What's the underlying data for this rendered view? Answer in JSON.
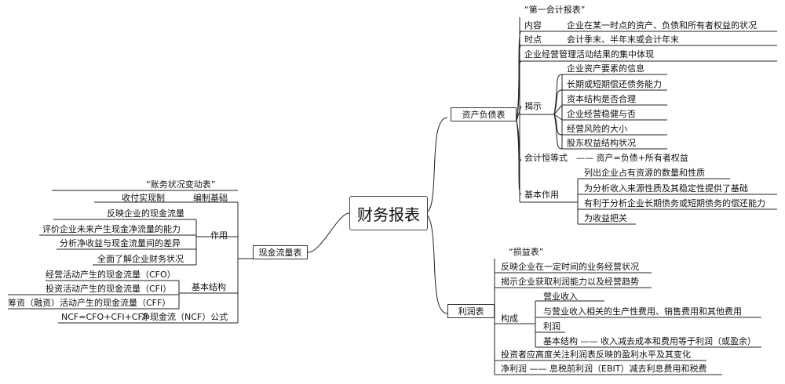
{
  "center": "财务报表",
  "balance": {
    "label": "资产负债表",
    "nickname": "“第一会计报表”",
    "content_label": "内容",
    "content_text": "企业在某一时点的资产、负债和所有者权益的状况",
    "time_label": "时点",
    "time_text": "会计季末、半年末或会计年末",
    "summary": "企业经营管理活动结果的集中体现",
    "reveal_label": "揭示",
    "reveal_items": [
      "企业资产要素的信息",
      "长期或短期偿还债务能力",
      "资本结构是否合理",
      "企业经营稳健与否",
      "经营风险的大小",
      "股东权益结构状况"
    ],
    "equation_label": "会计恒等式",
    "equation_text": "—— 资产=负债+所有者权益",
    "role_label": "基本作用",
    "role_items": [
      "列出企业占有资源的数量和性质",
      "为分析收入来源性质及其稳定性提供了基础",
      "有利于分析企业长期债务或短期债务的偿还能力",
      "为收益把关"
    ]
  },
  "income": {
    "label": "利润表",
    "nickname": "“损益表”",
    "items": [
      "反映企业在一定时间的业务经营状况",
      "揭示企业获取利润能力以及经营趋势"
    ],
    "comp_label": "构成",
    "comp_items": [
      "营业收入",
      "与营业收入相关的生产性费用、销售费用和其他费用",
      "利润",
      "基本结构 —— 收入减去成本和费用等于利润（或盈余）"
    ],
    "investor": "投资者应高度关注利润表反映的盈利水平及其变化",
    "net_profit": "净利润 —— 息税前利润（EBIT）减去利息费用和税费"
  },
  "cashflow": {
    "label": "现金流量表",
    "nickname": "“账务状况变动表”",
    "basis_label": "编制基础",
    "basis_text": "收付实现制",
    "role_label": "作用",
    "role_items": [
      "反映企业的现金流量",
      "评价企业未来产生现金净流量的能力",
      "分析净收益与现金流量间的差异",
      "全面了解企业财务状况"
    ],
    "struct_label": "基本结构",
    "struct_items": [
      "经营活动产生的现金流量（CFO）",
      "投资活动产生的现金流量（CFI）",
      "筹资（融资）活动产生的现金流量（CFF）"
    ],
    "formula_label": "净现金流（NCF）公式",
    "formula_text": "NCF=CFO+CFI+CFF"
  }
}
